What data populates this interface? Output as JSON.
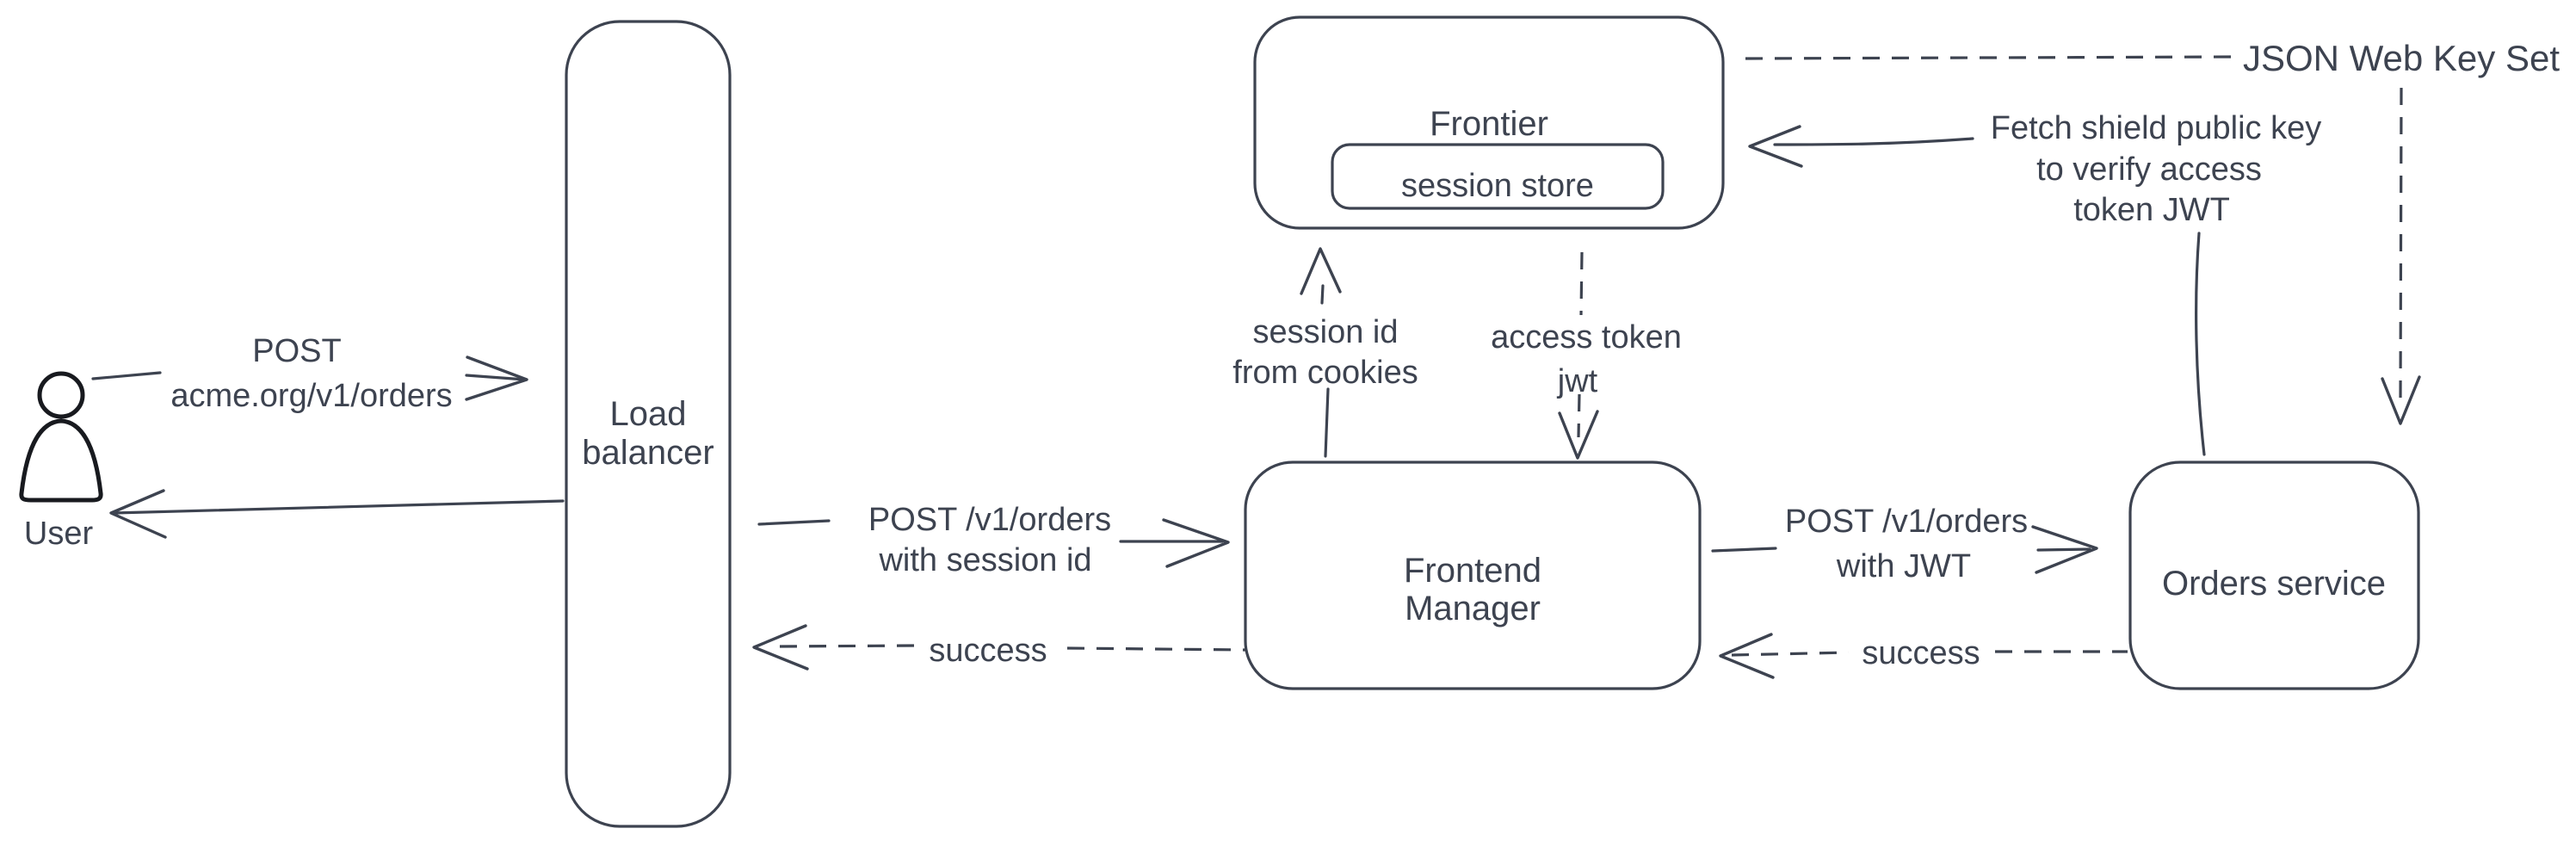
{
  "colors": {
    "stroke": "#3d4350",
    "user_outline": "#181a1f",
    "user_hatch": "#bcc7d8",
    "background": "#ffffff"
  },
  "nodes": {
    "user": {
      "label": "User"
    },
    "load_balancer": {
      "lines": [
        "Load",
        "balancer"
      ]
    },
    "frontier": {
      "label": "Frontier",
      "session_store_label": "session store"
    },
    "frontend_manager": {
      "lines": [
        "Frontend",
        "Manager"
      ]
    },
    "orders_service": {
      "label": "Orders service"
    }
  },
  "edges": {
    "user_to_load_balancer": {
      "lines": [
        "POST",
        "acme.org/v1/orders"
      ]
    },
    "load_balancer_to_frontend_manager": {
      "lines": [
        "POST /v1/orders",
        "with session id"
      ]
    },
    "frontend_manager_to_load_balancer": {
      "label": "success"
    },
    "frontend_manager_to_frontier": {
      "lines": [
        "session id",
        "from cookies"
      ]
    },
    "frontier_to_frontend_manager": {
      "lines": [
        "access token",
        "jwt"
      ]
    },
    "frontend_manager_to_orders_service": {
      "lines": [
        "POST /v1/orders",
        "with JWT"
      ]
    },
    "orders_service_to_frontend_manager": {
      "label": "success"
    },
    "json_web_key_set": {
      "label": "JSON Web Key Set"
    },
    "orders_service_to_frontier": {
      "lines": [
        "Fetch shield public key",
        "to verify access",
        "token JWT"
      ]
    }
  }
}
